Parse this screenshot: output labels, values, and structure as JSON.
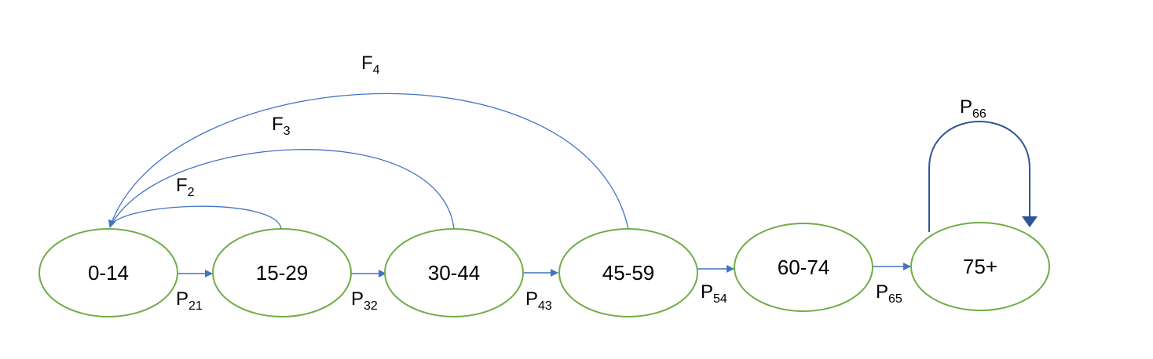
{
  "diagram": {
    "nodes": [
      {
        "id": "n1",
        "label": "0-14"
      },
      {
        "id": "n2",
        "label": "15-29"
      },
      {
        "id": "n3",
        "label": "30-44"
      },
      {
        "id": "n4",
        "label": "45-59"
      },
      {
        "id": "n5",
        "label": "60-74"
      },
      {
        "id": "n6",
        "label": "75+"
      }
    ],
    "transitions": [
      {
        "from": "n1",
        "to": "n2",
        "main": "P",
        "sub": "21"
      },
      {
        "from": "n2",
        "to": "n3",
        "main": "P",
        "sub": "32"
      },
      {
        "from": "n3",
        "to": "n4",
        "main": "P",
        "sub": "43"
      },
      {
        "from": "n4",
        "to": "n5",
        "main": "P",
        "sub": "54"
      },
      {
        "from": "n5",
        "to": "n6",
        "main": "P",
        "sub": "65"
      }
    ],
    "fertility": [
      {
        "from": "n2",
        "to": "n1",
        "main": "F",
        "sub": "2"
      },
      {
        "from": "n3",
        "to": "n1",
        "main": "F",
        "sub": "3"
      },
      {
        "from": "n4",
        "to": "n1",
        "main": "F",
        "sub": "4"
      }
    ],
    "self_loop": {
      "node": "n6",
      "main": "P",
      "sub": "66"
    },
    "colors": {
      "node_stroke": "#70ad47",
      "edge": "#4472c4",
      "self_loop": "#2f5597"
    }
  }
}
